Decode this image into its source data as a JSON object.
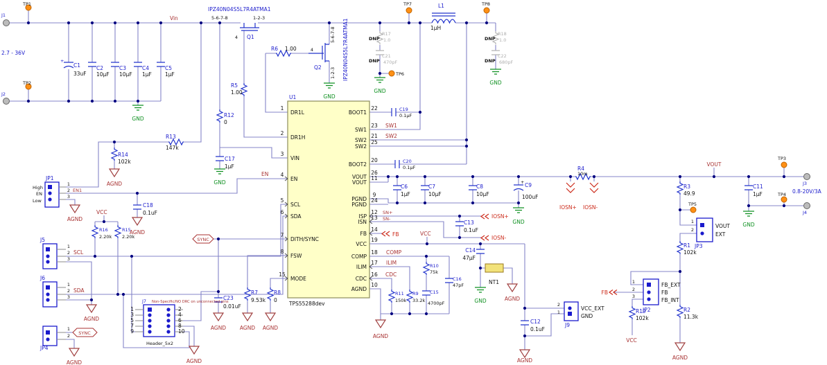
{
  "colors": {
    "wire": "#8484c8",
    "symbol_blue": "#2233cc",
    "junction": "#000080",
    "net_label_red": "#a83232",
    "bright_red": "#cc2a1a",
    "gnd_green": "#0e9020",
    "agnd_red": "#a04040",
    "ic_fill": "#ffffc8",
    "testpoint_orange": "#ff9015",
    "dnp_gray": "#b5b5b5"
  },
  "common": {
    "agnd": "AGND",
    "gnd": "GND",
    "dnp": "DNP",
    "vcc": "VCC"
  },
  "input": {
    "j1": "J1",
    "j2": "J2",
    "tp1": "TP1",
    "tp2": "TP2",
    "vin": "Vin",
    "range": "2.7 - 36V",
    "plus": "+",
    "c1": "C1",
    "c1v": "33uF",
    "c2": "C2",
    "c2v": "10µF",
    "c3": "C3",
    "c3v": "10µF",
    "c4": "C4",
    "c4v": "1µF",
    "c5": "C5",
    "c5v": "1µF"
  },
  "fets": {
    "part": "IPZ40N04S5L7R4ATMA1",
    "q1": "Q1",
    "q2": "Q2",
    "pa": "5-6-7-8",
    "pb": "1-2-3",
    "p4": "4",
    "r6": "R6",
    "r6v": "1.00",
    "r5": "R5",
    "r5v": "1.00",
    "r12": "R12",
    "r12v": "0",
    "c17": "C17",
    "c17v": "1µF"
  },
  "stage": {
    "l1": "L1",
    "l1v": "1µH",
    "tp7": "TP7",
    "tp8": "TP8",
    "tp6": "TP6",
    "r17": "R17",
    "r17v": "1.0",
    "c21": "C21",
    "c21v": "470pF",
    "r18": "R18",
    "r18v": "1.0",
    "c22": "C22",
    "c22v": "680pF"
  },
  "ic": {
    "ref": "U1",
    "part": "TPS55288dev",
    "lp": [
      {
        "n": "1",
        "nm": "DR1L"
      },
      {
        "n": "2",
        "nm": "DR1H"
      },
      {
        "n": "3",
        "nm": "VIN"
      },
      {
        "n": "4",
        "nm": "EN"
      },
      {
        "n": "5",
        "nm": "SCL"
      },
      {
        "n": "6",
        "nm": "SDA"
      },
      {
        "n": "7",
        "nm": "DITH/SYNC"
      },
      {
        "n": "8",
        "nm": "FSW"
      },
      {
        "n": "15",
        "nm": "MODE"
      }
    ],
    "rp": [
      {
        "n": "22",
        "nm": "BOOT1"
      },
      {
        "n": "23",
        "nm": "SW1"
      },
      {
        "n": "21",
        "nm": "SW2"
      },
      {
        "n": "25",
        "nm": "SW2"
      },
      {
        "n": "20",
        "nm": "BOOT2"
      },
      {
        "n": "26",
        "nm": "VOUT"
      },
      {
        "n": "11",
        "nm": "VOUT"
      },
      {
        "n": "9",
        "nm": "PGND"
      },
      {
        "n": "24",
        "nm": "PGND"
      },
      {
        "n": "12",
        "nm": "ISP"
      },
      {
        "n": "13",
        "nm": "ISN"
      },
      {
        "n": "14",
        "nm": "FB"
      },
      {
        "n": "19",
        "nm": "VCC"
      },
      {
        "n": "18",
        "nm": "COMP"
      },
      {
        "n": "17",
        "nm": "ILIM"
      },
      {
        "n": "16",
        "nm": "CDC"
      },
      {
        "n": "10",
        "nm": "AGND"
      }
    ]
  },
  "boot": {
    "c19": "C19",
    "c19v": "0.1µF",
    "c20": "C20",
    "c20v": "0.1µF",
    "sw1": "SW1",
    "sw2": "SW2"
  },
  "en": {
    "jp1": "JP1",
    "high": "High",
    "enlbl": "EN",
    "low": "Low",
    "n1": "1",
    "n2": "2",
    "n3": "3",
    "en1": "EN1",
    "en": "EN",
    "r13": "R13",
    "r13v": "147k",
    "r14": "R14",
    "r14v": "102k",
    "c18": "C18",
    "c18v": "0.1uF"
  },
  "i2c": {
    "r16": "R16",
    "r16v": "2.20k",
    "r15": "R15",
    "r15v": "2.20k",
    "j5": "J5",
    "j6": "J6",
    "scl": "SCL",
    "sda": "SDA",
    "n1": "1",
    "n2": "2",
    "n3": "3"
  },
  "j7": {
    "ref": "J7",
    "note": "Non-Specific/NO DRC on unconnected pins",
    "name": "Header_5x2",
    "p": [
      "1",
      "2",
      "3",
      "4",
      "5",
      "6",
      "7",
      "8",
      "9",
      "10"
    ]
  },
  "jp4": {
    "ref": "JP4",
    "n1": "1",
    "n2": "2",
    "sync": "SYNC"
  },
  "cfg": {
    "sync": "SYNC",
    "c23": "C23",
    "c23v": "0.01uF",
    "r7": "R7",
    "r7v": "9.53k",
    "r8": "R8",
    "r8v": "0"
  },
  "cmp": {
    "comp": "COMP",
    "ilim": "ILIM",
    "cdc": "CDC",
    "r11": "R11",
    "r11v": "150k",
    "r9": "R9",
    "r9v": "33.2k",
    "r10": "R10",
    "r10v": "75k",
    "c15": "C15",
    "c15v": "4700pF",
    "c16": "C16",
    "c16v": "47pF"
  },
  "sns": {
    "snp": "SN+",
    "snn": "SN-",
    "c13": "C13",
    "c13v": "0.1uF",
    "iosnp": "IOSN+",
    "iosnn": "IOSN-",
    "fb": "FB"
  },
  "vccnet": {
    "c14": "C14",
    "c14v": "47µF",
    "nt1": "NT1",
    "c12": "C12",
    "c12v": "0.1uF",
    "j9": "J9",
    "n1": "1",
    "n2": "2",
    "vccext": "VCC_EXT",
    "gnd": "GND"
  },
  "out": {
    "c6": "C6",
    "c6v": "1µF",
    "c7": "C7",
    "c7v": "10µF",
    "c8": "C8",
    "c8v": "10µF",
    "c9": "C9",
    "c9v": "100uF",
    "plus": "+",
    "r4": "R4",
    "r4v": "10m",
    "iosnp": "IOSN+",
    "iosnn": "IOSN-",
    "vout": "VOUT",
    "tp3": "TP3",
    "tp4": "TP4",
    "j3": "J3",
    "j4": "J4",
    "c11": "C11",
    "c11v": "1µF",
    "range": "0.8-20V/3A"
  },
  "fb": {
    "r3": "R3",
    "r3v": "49.9",
    "tp5": "TP5",
    "jp3": "JP3",
    "n1": "1",
    "n2": "2",
    "vout": "VOUT",
    "ext": "EXT",
    "r1": "R1",
    "r1v": "102k",
    "jp2": "JP2",
    "m1": "1",
    "m2": "2",
    "m3": "3",
    "fbext": "FB_EXT",
    "fblbl": "FB",
    "fbint": "FB_INT",
    "fbnet": "FB",
    "r19": "R19",
    "r19v": "102k",
    "r2": "R2",
    "r2v": "11.3k"
  }
}
